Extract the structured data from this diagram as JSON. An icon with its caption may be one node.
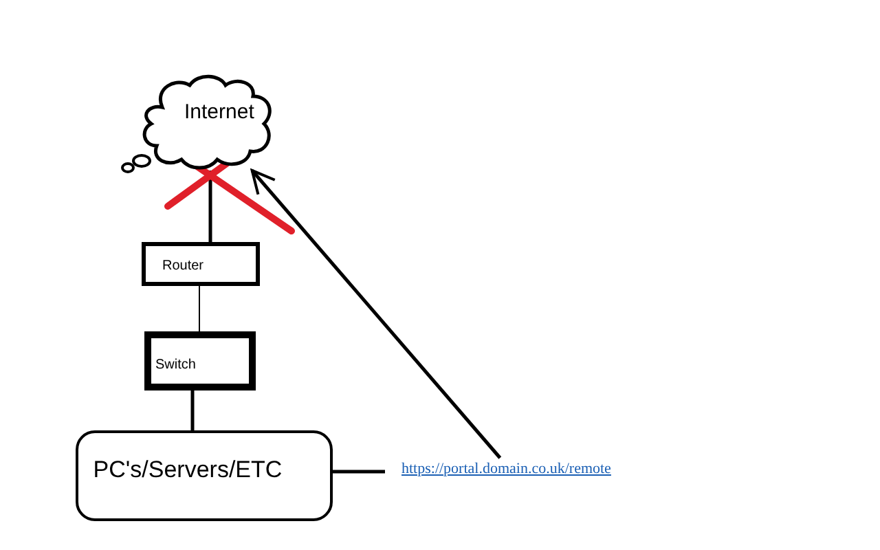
{
  "diagram": {
    "nodes": [
      {
        "text": [
          "Internet"
        ]
      },
      {
        "text": [
          "Router"
        ]
      },
      {
        "text": [
          "Switch"
        ]
      },
      {
        "text": [
          "PC's/Servers/ETC"
        ]
      },
      {
        "text": [
          "https://portal.domain.co.uk/remote"
        ]
      }
    ],
    "edges": [
      {
        "from": 0,
        "to": 1,
        "arrow": "none"
      },
      {
        "from": 1,
        "to": 2,
        "arrow": "none"
      },
      {
        "from": 2,
        "to": 3,
        "arrow": "none"
      },
      {
        "from": 3,
        "to": 4,
        "arrow": "none"
      },
      {
        "from": 4,
        "to": 0,
        "arrow": "to"
      }
    ]
  }
}
